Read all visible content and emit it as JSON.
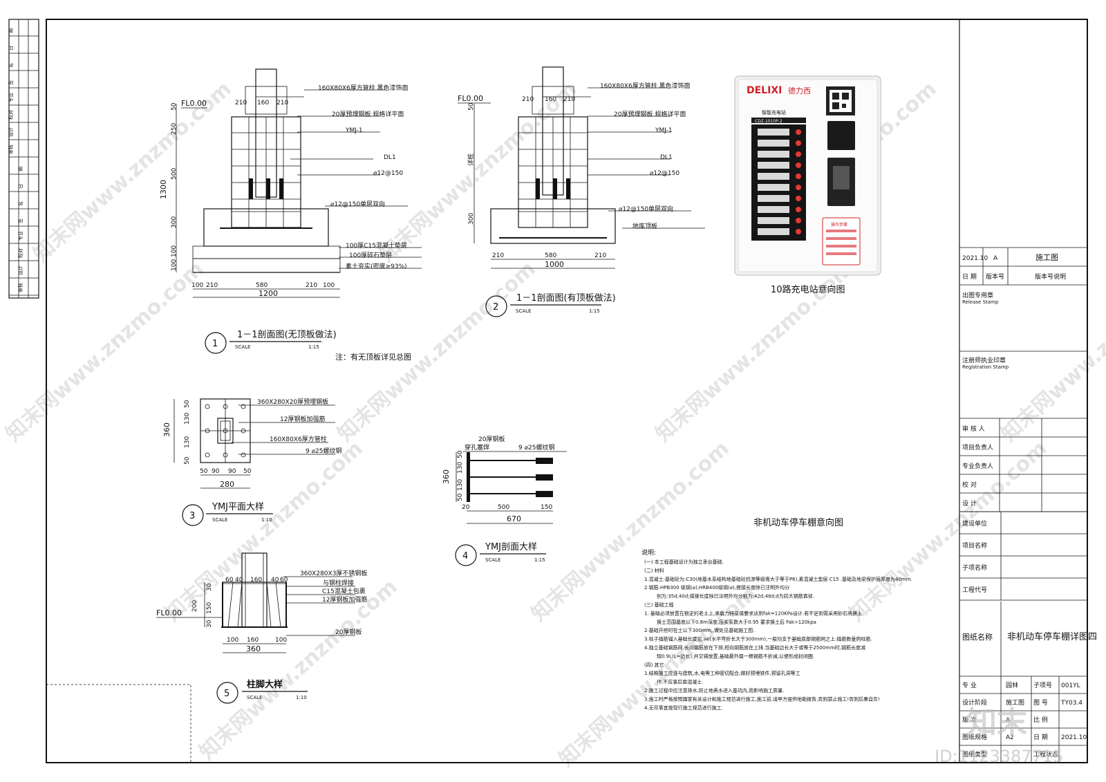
{
  "side_strip": {
    "labels": [
      "期",
      "日",
      "名",
      "签",
      "专业",
      "校对",
      "设计",
      "审核",
      "期",
      "日",
      "名",
      "签",
      "专业",
      "校对",
      "设计",
      "审核"
    ]
  },
  "title_block": {
    "revision": {
      "date": "2021.10",
      "version": "A",
      "desc": "施工图"
    },
    "revision_headers": {
      "date": "日  期",
      "version": "版本号",
      "desc": "版本号说明"
    },
    "release_stamp": {
      "cn": "出图专用章",
      "en": "Release Stamp"
    },
    "registration_stamp": {
      "cn": "注册师执业印章",
      "en": "Registration Stamp"
    },
    "roles": [
      "审 核 人",
      "项目负责人",
      "专业负责人",
      "校    对",
      "设    计"
    ],
    "project_fields": [
      "建设单位",
      "项目名称",
      "子项名称",
      "工程代号"
    ],
    "drawing_name_label": "图纸名称",
    "drawing_name": "非机动车停车棚详图四",
    "bottom_rows": [
      {
        "label": "专    业",
        "value": "园林",
        "label2": "子项号",
        "value2": "001YL"
      },
      {
        "label": "设计阶段",
        "value": "施工图",
        "label2": "图 号",
        "value2": "TY03.4"
      },
      {
        "label": "版    次",
        "value": "A",
        "label2": "比 例",
        "value2": ""
      },
      {
        "label": "图纸规格",
        "value": "A2",
        "label2": "日 期",
        "value2": "2021.10"
      },
      {
        "label": "图纸类型",
        "value": "",
        "label2": "工程状态",
        "value2": ""
      }
    ]
  },
  "detail1": {
    "fl": "FL0.00",
    "top_dims": [
      "210",
      "160",
      "210"
    ],
    "left_dims": [
      "50",
      "250",
      "500",
      "300",
      "100",
      "100"
    ],
    "overall_height": "1300",
    "bottom_dims": [
      "100",
      "210",
      "580",
      "210",
      "100"
    ],
    "overall_width": "1200",
    "callouts": [
      "160X80X6厚方管柱 黑色漆饰面",
      "20厚预埋钢板 规格详平面",
      "YMJ-1",
      "DL1",
      "⌀12@150",
      "⌀12@150单层双向",
      "100厚C15混凝土垫层",
      "100厚碎石垫层",
      "素土夯实(密度≥93%)"
    ],
    "number": "1",
    "title": "1－1剖面图(无顶板做法)",
    "scale_label": "SCALE",
    "scale": "1:15",
    "note": "注：有无顶板详见总图"
  },
  "detail2": {
    "fl": "FL0.00",
    "top_dims": [
      "210",
      "160",
      "210"
    ],
    "left_dims": [
      "50",
      "详桩",
      "300"
    ],
    "bottom_dims": [
      "210",
      "580",
      "210"
    ],
    "overall_width": "1000",
    "callouts": [
      "160X80X6厚方管柱 黑色漆饰面",
      "20厚预埋钢板 规格详平面",
      "YMJ-1",
      "DL1",
      "⌀12@150",
      "⌀12@150单层双向",
      "地库顶板"
    ],
    "number": "2",
    "title": "1－1剖面图(有顶板做法)",
    "scale_label": "SCALE",
    "scale": "1:15"
  },
  "detail3": {
    "left_dims": [
      "50",
      "130",
      "130",
      "50"
    ],
    "overall_height": "360",
    "bottom_dims": [
      "50",
      "90",
      "90",
      "50"
    ],
    "overall_width": "280",
    "callouts": [
      "360X280X20厚预埋钢板",
      "12厚钢板加强筋",
      "160X80X6厚方管柱",
      "9 ⌀25螺纹钢"
    ],
    "number": "3",
    "title": "YMJ平面大样",
    "scale_label": "SCALE",
    "scale": "1:10"
  },
  "detail4": {
    "callouts": [
      "20厚钢板",
      "穿孔塞焊",
      "9 ⌀25螺纹钢"
    ],
    "left_dims": [
      "50",
      "130",
      "130",
      "50"
    ],
    "overall_height": "360",
    "bottom_dims": [
      "20",
      "500",
      "150"
    ],
    "overall_width": "670",
    "number": "4",
    "title": "YMJ剖面大样",
    "scale_label": "SCALE",
    "scale": "1:15"
  },
  "detail5": {
    "fl": "FL0.00",
    "top_dims": [
      "60",
      "40",
      "160",
      "40",
      "60"
    ],
    "left_dims": [
      "200",
      "30",
      "150",
      "30"
    ],
    "bottom_dims": [
      "100",
      "160",
      "100"
    ],
    "overall_width": "360",
    "callouts": [
      "360X280X3厚不锈钢板",
      "与钢柱焊接",
      "C15混凝土包裹",
      "12厚钢板加强筋",
      "20厚钢板"
    ],
    "number": "5",
    "title": "柱脚大样",
    "scale_label": "SCALE",
    "scale": "1:10"
  },
  "charger": {
    "brand": "DELIXI",
    "brand_cn": "德力西",
    "panel_title": "智能充电站",
    "model": "CDZ-1010P-2",
    "notice": "操作步骤",
    "caption": "10路充电站意向图"
  },
  "shelter_caption": "非机动车停车棚意向图",
  "notes": {
    "heading": "说明:",
    "lines": [
      "(一) 本工程基础设计为独立承台基础.",
      "(二) 材料",
      "1.混凝土:基础砼为:C30(地基水系结构地基础砼抗渗等级需大于等于P6),素混凝土垫层 C15 .基础及地梁保护层厚度为40mm.",
      "2.钢筋:HPB300 级钢(⌀),HRB400级钢(⌀),搭接长度除已注明外均分",
      "别为:35d,40d;搭接长度除已注明外均分别为:42d,48d;d为较大钢筋直径.",
      "(三) 基础工程",
      "1. 基础必须放置在稳定的老土上,承载力特征值要求达到fak=120KPa设计.若不足则需采用砂石将换土",
      "换土范围基底以下0.8m深度,压实系数大于0.95 要求换土后 Fak>120kpa",
      "2.基础开挖时在土以下300mm,,做处见基础施工图.",
      "3.柱子插筋锚入基础长度见,ae(水平弯折长大于300mm),一般均支于基础底部钢筋网之上.插筋数量同柱筋.",
      "4.独立基础钢筋网,长向钢筋放在下排,短向钢筋放在上排.当基础边长大于或等于2500mm时,钢筋长度减",
      "短0.9L(L=边长),并交错放置,基础最外面一根钢筋不折减,以便形成封闭圈.",
      "(四) 其它",
      "1.结构施工应逐与建筑,水,电等工种密切配合,做好预埋铁件,预留孔洞等工",
      "作,不应事后凿混凝土.",
      "2.施工过程中应注意排水,防止地表水进入基坑内,而影响施工质量.",
      "3.施工时严格按照国家有关设计和施工规范进行施工,施工前,请甲方提供地勘报告,否则禁止施工!否则后果自负!",
      "4.无尽事宜按现行施工规范进行施工."
    ]
  },
  "watermarks": [
    "知末网www.znzmo.com"
  ],
  "corner_logo": "知末",
  "id_text": "ID:1123387715"
}
